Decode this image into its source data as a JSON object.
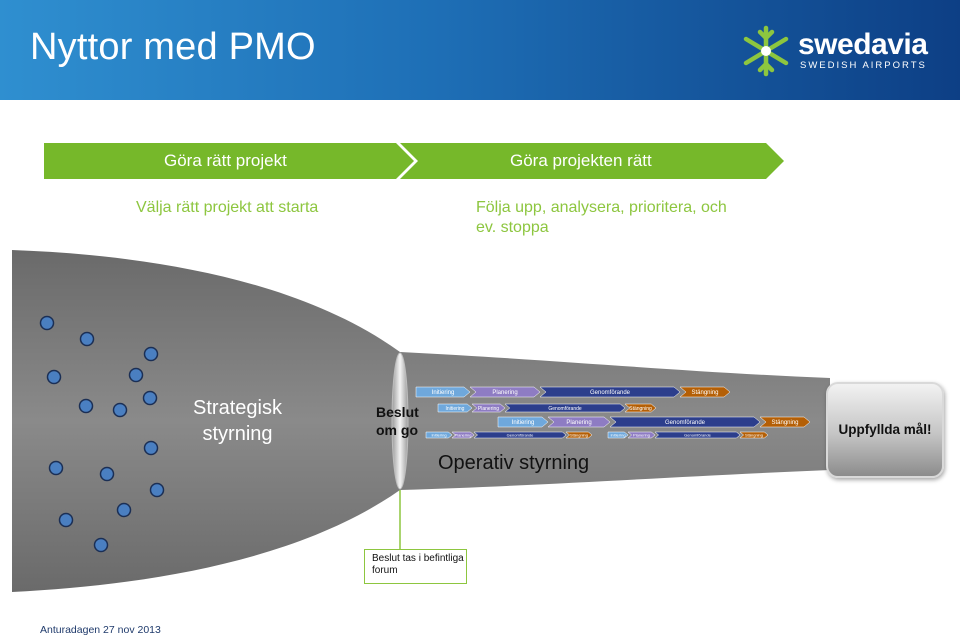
{
  "page": {
    "title": "Nyttor med PMO",
    "footer": "Anturadagen 27 nov 2013"
  },
  "logo": {
    "name": "swedavia",
    "subtitle": "SWEDISH AIRPORTS",
    "icon": "snowflake-icon"
  },
  "phases": [
    {
      "label": "Göra rätt projekt",
      "description": "Välja rätt projekt att starta"
    },
    {
      "label": "Göra projekten rätt",
      "description": "Följa upp, analysera, prioritera, och ev. stoppa"
    }
  ],
  "funnel": {
    "strategic_label": "Strategisk styrning",
    "decision_label": "Beslut om go",
    "operative_label": "Operativ styrning",
    "outcome_label": "Uppfyllda mål!",
    "note_label": "Beslut tas i befintliga forum"
  },
  "project_bars": [
    [
      "Initiering",
      "Planering",
      "Genomförande",
      "Stängning"
    ],
    [
      "Initiering",
      "Planering",
      "Genomförande",
      "Stängning"
    ],
    [
      "Initiering",
      "Planering",
      "Genomförande",
      "Stängning"
    ],
    [
      "Initiering",
      "Planering",
      "Genomförande",
      "Stängning"
    ],
    [
      "Initiering",
      "Planering",
      "Genomförande",
      "Stängning"
    ]
  ],
  "colors": {
    "header_blue": "#1e6fb6",
    "green": "#8dc63f",
    "banner_green": "#76b82a",
    "funnel_gray": "#777777",
    "bar_initiering": "#6fa8dc",
    "bar_planering": "#8e7cc3",
    "bar_genomforande": "#2c3e8c",
    "bar_stangning": "#b45f06"
  }
}
